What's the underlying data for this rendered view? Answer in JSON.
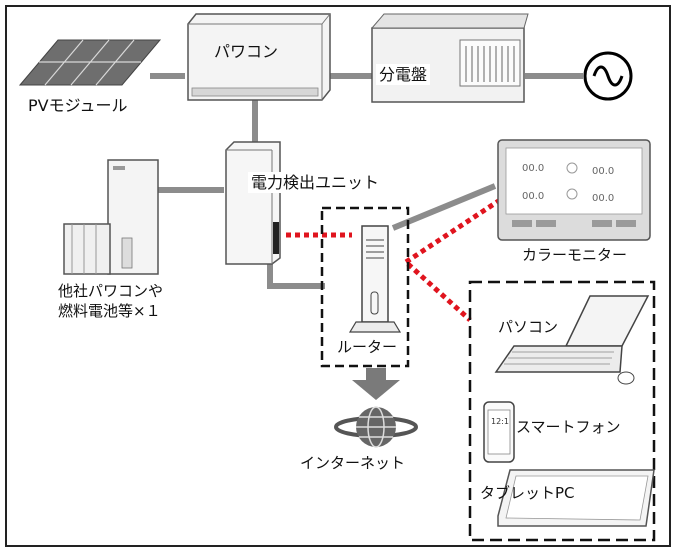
{
  "labels": {
    "pv_module": "PVモジュール",
    "power_conditioner": "パワコン",
    "distribution_board": "分電盤",
    "meter_unit": "電力検出ユニット",
    "other_pcs_line1": "他社パワコンや",
    "other_pcs_line2": "燃料電池等×１",
    "router": "ルーター",
    "internet": "インターネット",
    "color_monitor": "カラーモニター",
    "pc": "パソコン",
    "smartphone": "スマートフォン",
    "tablet": "タブレットPC"
  },
  "monitor_screen": {
    "value_left_top": "00.0",
    "value_left_bottom": "00.0",
    "value_right_top": "00.0",
    "value_right_bottom": "00.0"
  },
  "smartphone_screen": {
    "clock": "12:1"
  },
  "colors": {
    "wired_link": "#8c8c8c",
    "wireless_link": "#e0141e",
    "device_outline": "#555555",
    "grid_symbol": "#000000"
  },
  "icons": [
    "pv-panel-icon",
    "inverter-icon",
    "breaker-panel-icon",
    "ac-grid-icon",
    "meter-unit-icon",
    "fuel-cell-icon",
    "router-icon",
    "download-arrow-icon",
    "globe-icon",
    "monitor-icon",
    "laptop-icon",
    "smartphone-icon",
    "tablet-icon"
  ]
}
